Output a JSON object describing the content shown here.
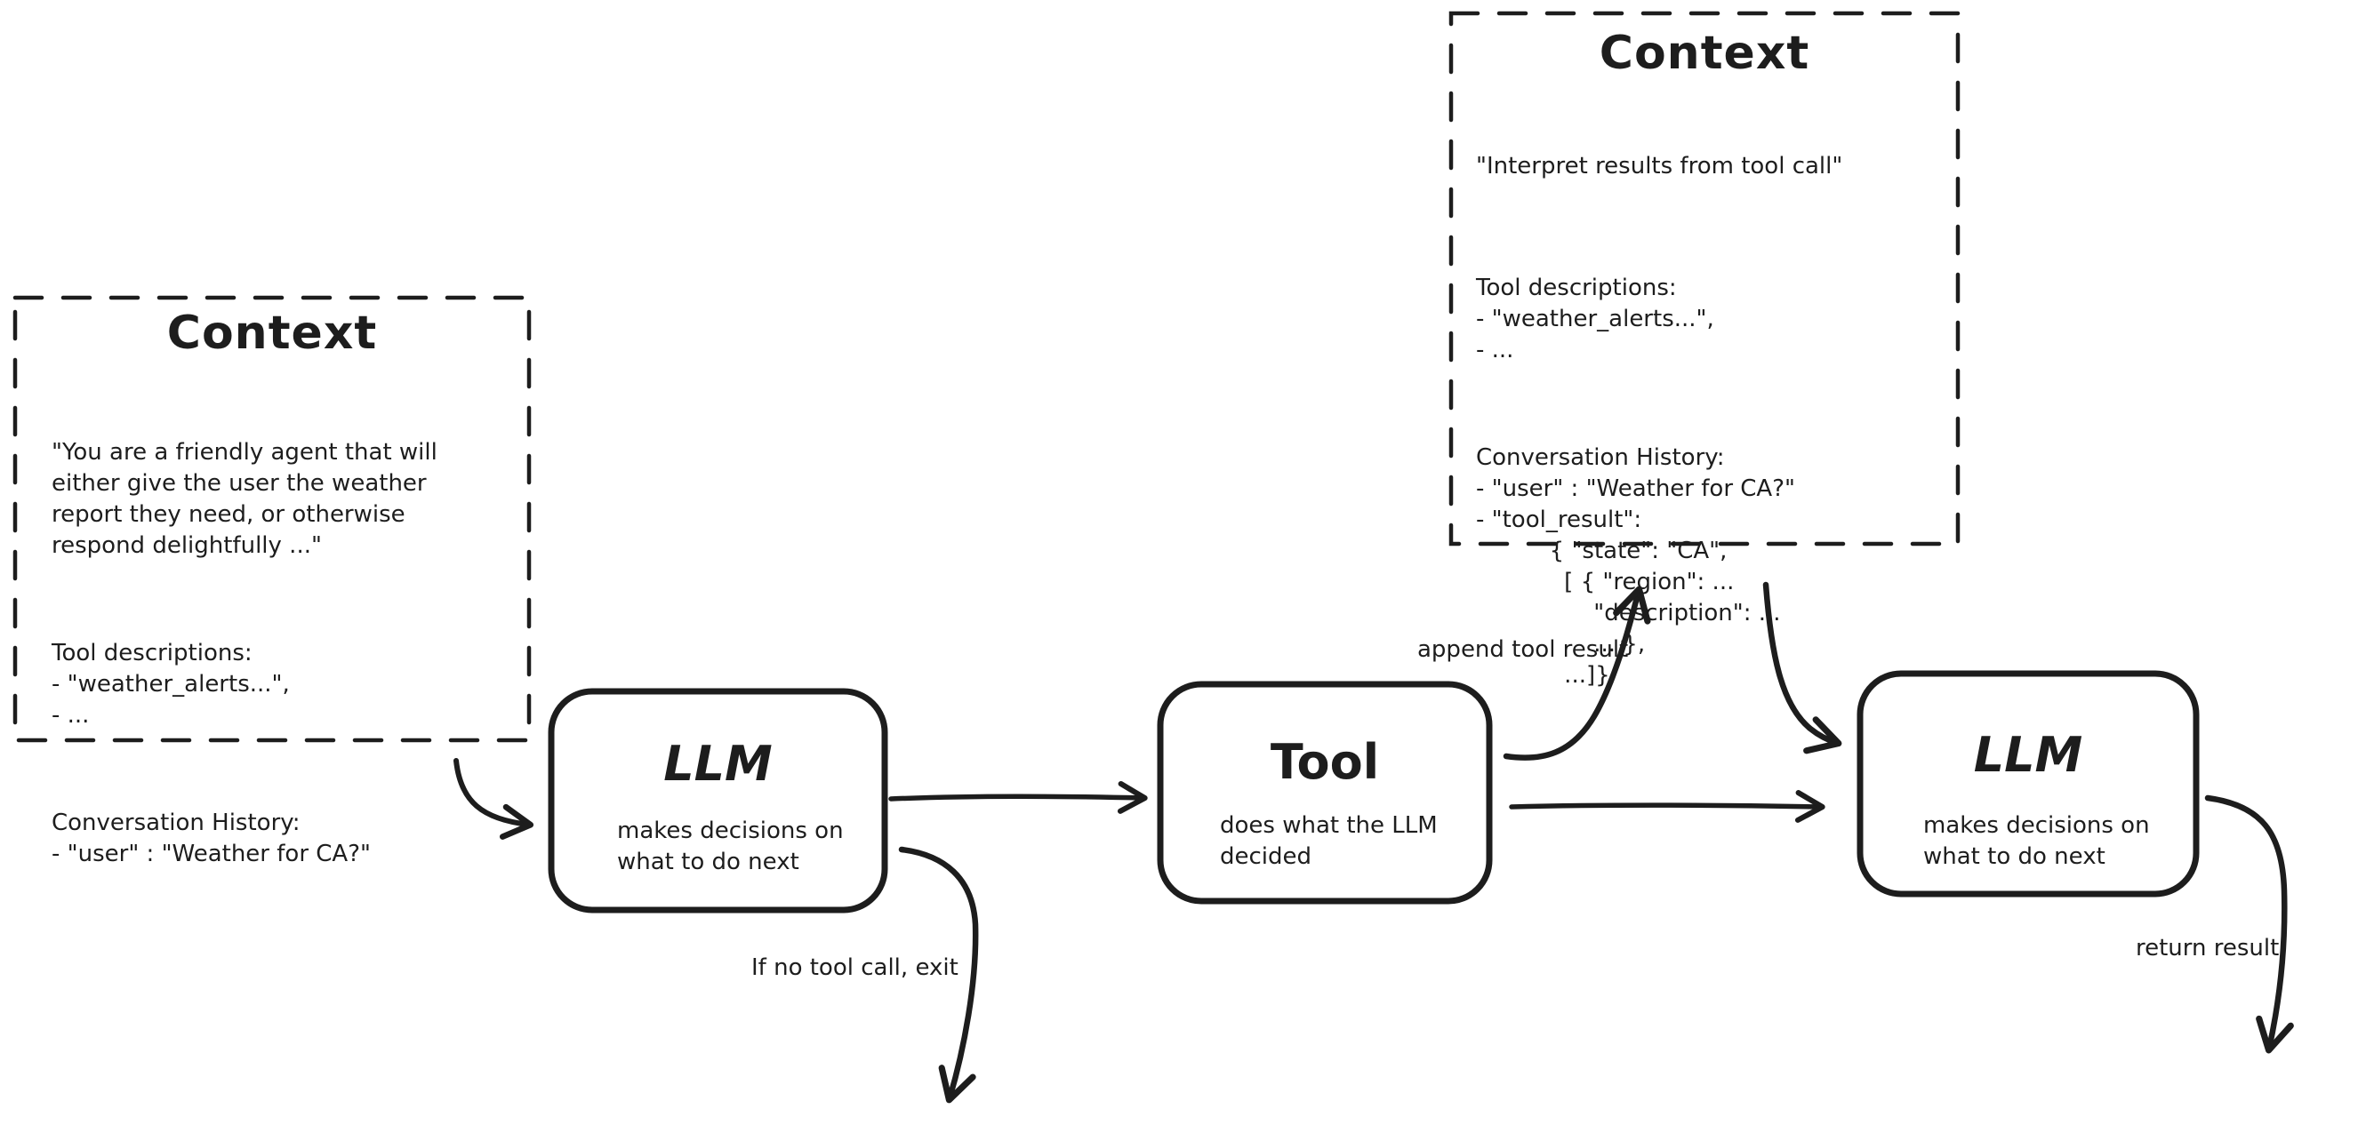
{
  "diagram": {
    "context_left": {
      "title": "Context",
      "system_prompt": "\"You are a friendly agent that will\neither give the user the weather\nreport they need, or otherwise\nrespond delightfully ...\"",
      "tool_descriptions": "Tool descriptions:\n- \"weather_alerts...\",\n- ...",
      "conversation_history": "Conversation History:\n- \"user\" : \"Weather for CA?\""
    },
    "context_right": {
      "title": "Context",
      "system_prompt": "\"Interpret results from tool call\"",
      "tool_descriptions": "Tool descriptions:\n- \"weather_alerts...\",\n- ...",
      "conversation_history": "Conversation History:\n- \"user\" : \"Weather for CA?\"\n- \"tool_result\":\n          { \"state\": \"CA\",\n            [ { \"region\": ...\n                \"description\": ...\n                ... },\n            ...]}"
    },
    "nodes": {
      "llm_1": {
        "title": "LLM",
        "subtitle": "makes decisions on\nwhat to do next"
      },
      "tool": {
        "title": "Tool",
        "subtitle": "does what the LLM\ndecided"
      },
      "llm_2": {
        "title": "LLM",
        "subtitle": "makes decisions on\nwhat to do next"
      }
    },
    "edge_labels": {
      "append_tool_result": "append tool result",
      "no_tool_call_exit": "If no tool call, exit",
      "return_result": "return result"
    },
    "colors": {
      "ink": "#1d1d1d",
      "background": "#ffffff"
    }
  }
}
